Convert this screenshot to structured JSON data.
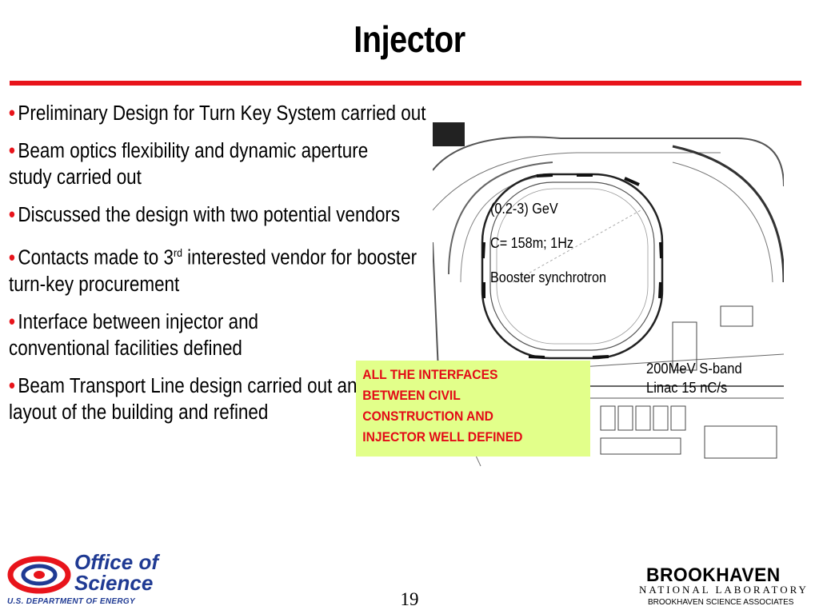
{
  "slide": {
    "title": "Injector",
    "page_number": "19"
  },
  "bullets": [
    {
      "text": "Preliminary Design for Turn Key System carried out"
    },
    {
      "text": "Beam optics flexibility and dynamic aperture study carried out"
    },
    {
      "text": "Discussed the design with two potential vendors"
    },
    {
      "text_before": "Contacts made to 3",
      "superscript": "rd",
      "text_after": " interested vendor for booster turn-key procurement"
    },
    {
      "text": "Interface between injector and conventional facilities defined"
    },
    {
      "text": "Beam Transport  Line design carried out and iterated with layout of the building and refined"
    }
  ],
  "diagram": {
    "energy": "(0.2-3)  GeV",
    "circumference": "C= 158m; 1Hz",
    "name": "Booster synchrotron",
    "linac_line1": "200MeV S-band",
    "linac_line2": "Linac 15 nC/s"
  },
  "callout": {
    "lines": [
      "ALL THE INTERFACES",
      "BETWEEN CIVIL",
      "CONSTRUCTION AND",
      "INJECTOR WELL DEFINED"
    ]
  },
  "logos": {
    "doe_line1": "Office of",
    "doe_line2": "Science",
    "doe_line3": "U.S. DEPARTMENT OF ENERGY",
    "bnl_name": "BROOKHAVEN",
    "bnl_sub": "NATIONAL LABORATORY",
    "bnl_assoc": "BROOKHAVEN SCIENCE ASSOCIATES"
  },
  "colors": {
    "accent_red": "#e8141b",
    "callout_bg": "#e2ff8a",
    "callout_text": "#e30b17",
    "doe_blue": "#1f3a93"
  }
}
